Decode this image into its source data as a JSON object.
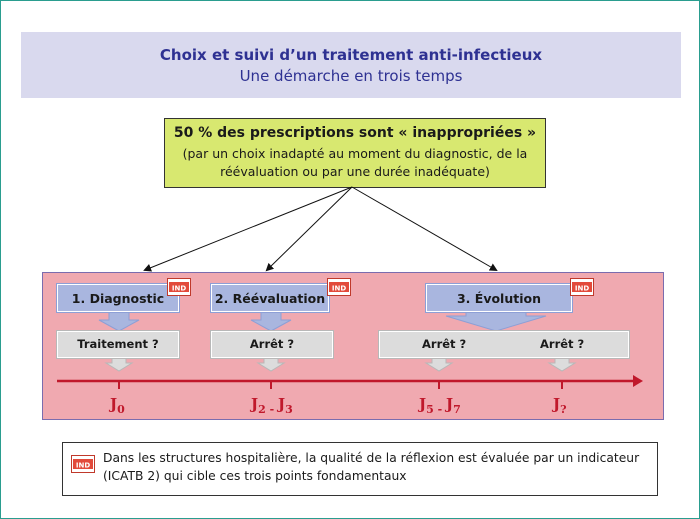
{
  "header": {
    "title": "Choix et suivi d’un traitement anti-infectieux",
    "subtitle": "Une démarche en trois temps"
  },
  "statement": {
    "headline": "50 % des prescriptions sont « inappropriées »",
    "detail": "(par un choix inadapté au moment du diagnostic, de la réévaluation ou par une durée inadéquate)"
  },
  "stages": [
    {
      "label": "1. Diagnostic"
    },
    {
      "label": "2. Réévaluation"
    },
    {
      "label": "3. Évolution"
    }
  ],
  "questions": {
    "q1": "Traitement ?",
    "q2": "Arrêt ?",
    "q3a": "Arrêt ?",
    "q3b": "Arrêt ?"
  },
  "timeline": {
    "j0": "J",
    "j0_sub": "0",
    "j2": "J",
    "j2_sub": "2 - ",
    "j2_b": "J",
    "j2_b_sub": "3",
    "j5": "J",
    "j5_sub": "5 - ",
    "j5_b": "J",
    "j5_b_sub": "7",
    "jq": "J",
    "jq_sub": "?"
  },
  "indicator_badge": "IND",
  "note": {
    "text": "Dans les structures hospitalière, la qualité de la réflexion est évaluée par un indicateur (ICATB 2) qui cible ces trois points fondamentaux"
  },
  "colors": {
    "title": "#2e3192",
    "accent_red": "#c0182b",
    "stage_blue": "#a9b6df",
    "panel_pink": "#f0a9b0",
    "statement_green": "#d8e870"
  }
}
